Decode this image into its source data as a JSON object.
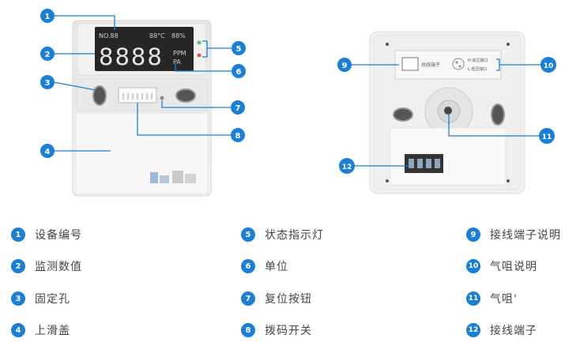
{
  "device_front": {
    "display_top_left": "NO.88",
    "display_temp": "88°C",
    "display_humidity": "88%",
    "display_main": "8888",
    "unit_line1": "PPM",
    "unit_line2": "PA"
  },
  "device_back": {
    "terminal_box_label": "总线端子",
    "valve_line1": "H:高压接口",
    "valve_line2": "L:低压接口"
  },
  "callouts": [
    "1",
    "2",
    "3",
    "4",
    "5",
    "6",
    "7",
    "8",
    "9",
    "10",
    "11",
    "12"
  ],
  "legend": [
    {
      "num": "1",
      "label": "设备编号"
    },
    {
      "num": "2",
      "label": "监测数值"
    },
    {
      "num": "3",
      "label": "固定孔"
    },
    {
      "num": "4",
      "label": "上滑盖"
    },
    {
      "num": "5",
      "label": "状态指示灯"
    },
    {
      "num": "6",
      "label": "单位"
    },
    {
      "num": "7",
      "label": "复位按钮"
    },
    {
      "num": "8",
      "label": "拨码开关"
    },
    {
      "num": "9",
      "label": "接线端子说明"
    },
    {
      "num": "10",
      "label": "气咀说明"
    },
    {
      "num": "11",
      "label": "气咀'"
    },
    {
      "num": "12",
      "label": "接线端子"
    }
  ],
  "colors": {
    "accent": "#1a7fd6",
    "display": "#2b2b2b",
    "panel": "#ececec"
  }
}
